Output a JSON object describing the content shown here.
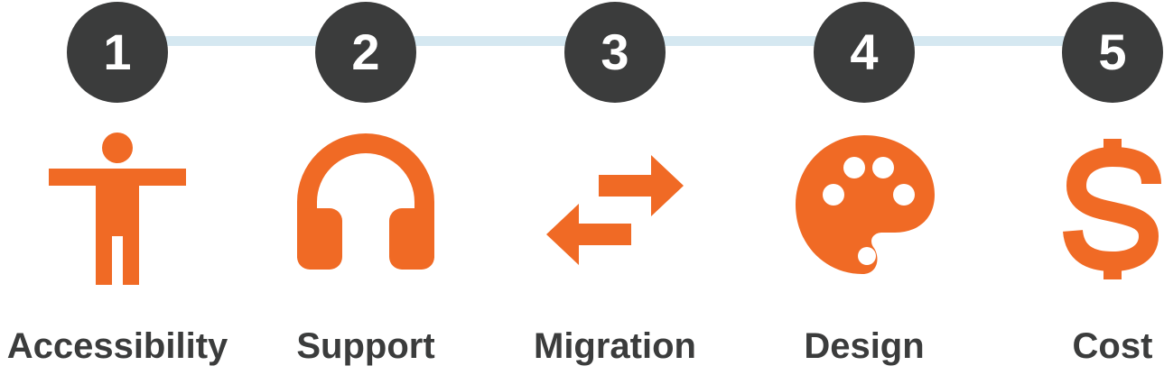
{
  "colors": {
    "badge": "#3b3c3c",
    "icon": "#f06a25",
    "connector": "#d5e8f1",
    "text": "#3b3c3c"
  },
  "steps": [
    {
      "number": "1",
      "label": "Accessibility",
      "icon": "accessibility-icon"
    },
    {
      "number": "2",
      "label": "Support",
      "icon": "headphones-icon"
    },
    {
      "number": "3",
      "label": "Migration",
      "icon": "swap-arrows-icon"
    },
    {
      "number": "4",
      "label": "Design",
      "icon": "palette-icon"
    },
    {
      "number": "5",
      "label": "Cost",
      "icon": "dollar-sign-icon"
    }
  ]
}
